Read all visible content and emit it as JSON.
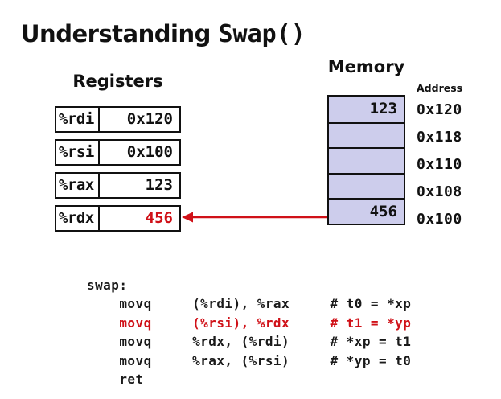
{
  "title": {
    "plain": "Understanding ",
    "code": "Swap()"
  },
  "registers": {
    "heading": "Registers",
    "rows": [
      {
        "name": "%rdi",
        "value": "0x120",
        "highlight": false
      },
      {
        "name": "%rsi",
        "value": "0x100",
        "highlight": false
      },
      {
        "name": "%rax",
        "value": "123",
        "highlight": false
      },
      {
        "name": "%rdx",
        "value": "456",
        "highlight": true
      }
    ]
  },
  "memory": {
    "heading": "Memory",
    "address_label": "Address",
    "cells": [
      {
        "value": "123",
        "address": "0x120"
      },
      {
        "value": "",
        "address": "0x118"
      },
      {
        "value": "",
        "address": "0x110"
      },
      {
        "value": "",
        "address": "0x108"
      },
      {
        "value": "456",
        "address": "0x100"
      }
    ]
  },
  "arrow": {
    "meaning": "value 456 loaded from memory address 0x100 into register %rdx"
  },
  "code": {
    "lines": [
      {
        "text": "swap:",
        "highlight": false
      },
      {
        "text": "    movq     (%rdi), %rax     # t0 = *xp",
        "highlight": false
      },
      {
        "text": "    movq     (%rsi), %rdx     # t1 = *yp",
        "highlight": true
      },
      {
        "text": "    movq     %rdx, (%rdi)     # *xp = t1",
        "highlight": false
      },
      {
        "text": "    movq     %rax, (%rsi)     # *yp = t0",
        "highlight": false
      },
      {
        "text": "    ret",
        "highlight": false
      }
    ]
  },
  "colors": {
    "highlight_red": "#d01118",
    "memory_fill": "#cdcdec"
  }
}
